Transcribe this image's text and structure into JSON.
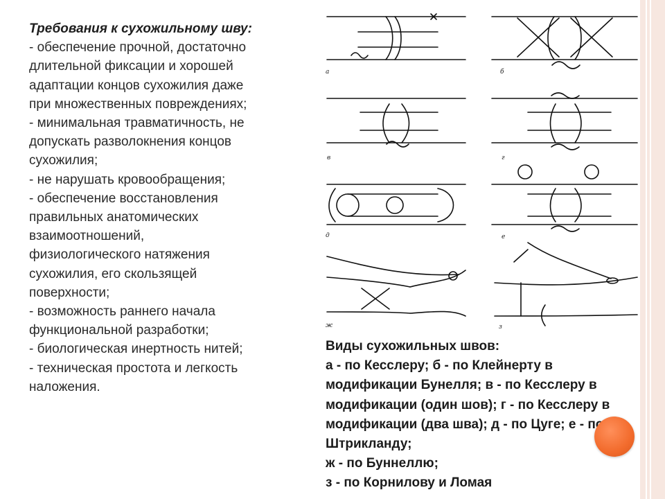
{
  "left": {
    "title": "Требования к сухожильному шву:",
    "lines": [
      "- обеспечение прочной, достаточно",
      "длительной фиксации и хорошей",
      "адаптации концов сухожилия даже",
      "при множественных повреждениях;",
      "- минимальная травматичность, не",
      "допускать разволокнения концов",
      "сухожилия;",
      "- не нарушать кровообращения;",
      "- обеспечение восстановления",
      "правильных анатомических",
      "взаимоотношений,",
      "физиологического натяжения",
      "сухожилия, его скользящей",
      "поверхности;",
      "- возможность раннего начала",
      "функциональной разработки;",
      "- биологическая инертность нитей;",
      "- техническая простота и легкость",
      "наложения."
    ]
  },
  "figure": {
    "panel_letters": [
      "а",
      "б",
      "в",
      "г",
      "д",
      "е",
      "ж",
      "з"
    ]
  },
  "caption": {
    "lines": [
      "Виды сухожильных швов:",
      "а - по Кесслеру;  б - по Клейнерту в",
      "модификации Бунелля; в - по Кесслеру в",
      "модификации (один шов); г - по Кесслеру в",
      "модификации (два шва);  д - по Цуге; е - по",
      "Штрикланду;",
      "ж - по Буннеллю;",
      "з - по Корнилову и Ломая"
    ]
  },
  "colors": {
    "border": "#f7e7e0",
    "accent_circle": "#f26b2c",
    "text": "#2a2a2a"
  }
}
